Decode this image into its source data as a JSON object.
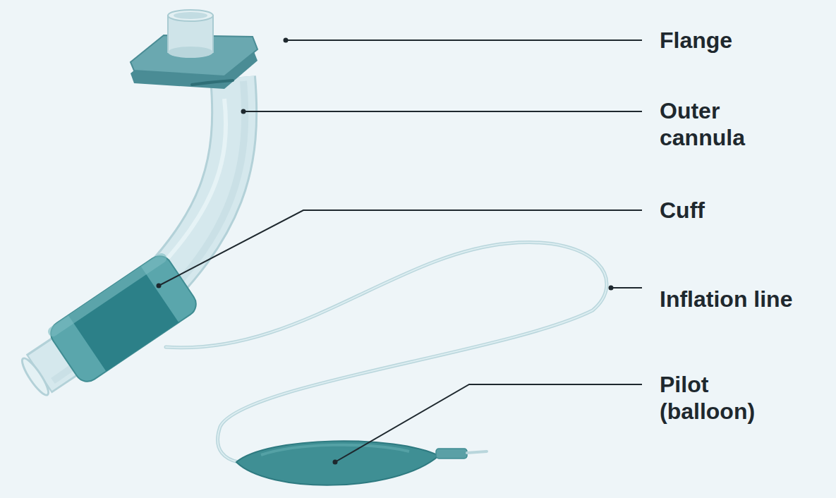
{
  "diagram": {
    "labels": [
      "Flange",
      "Outer cannula",
      "Cuff",
      "Inflation line",
      "Pilot (balloon)"
    ]
  }
}
